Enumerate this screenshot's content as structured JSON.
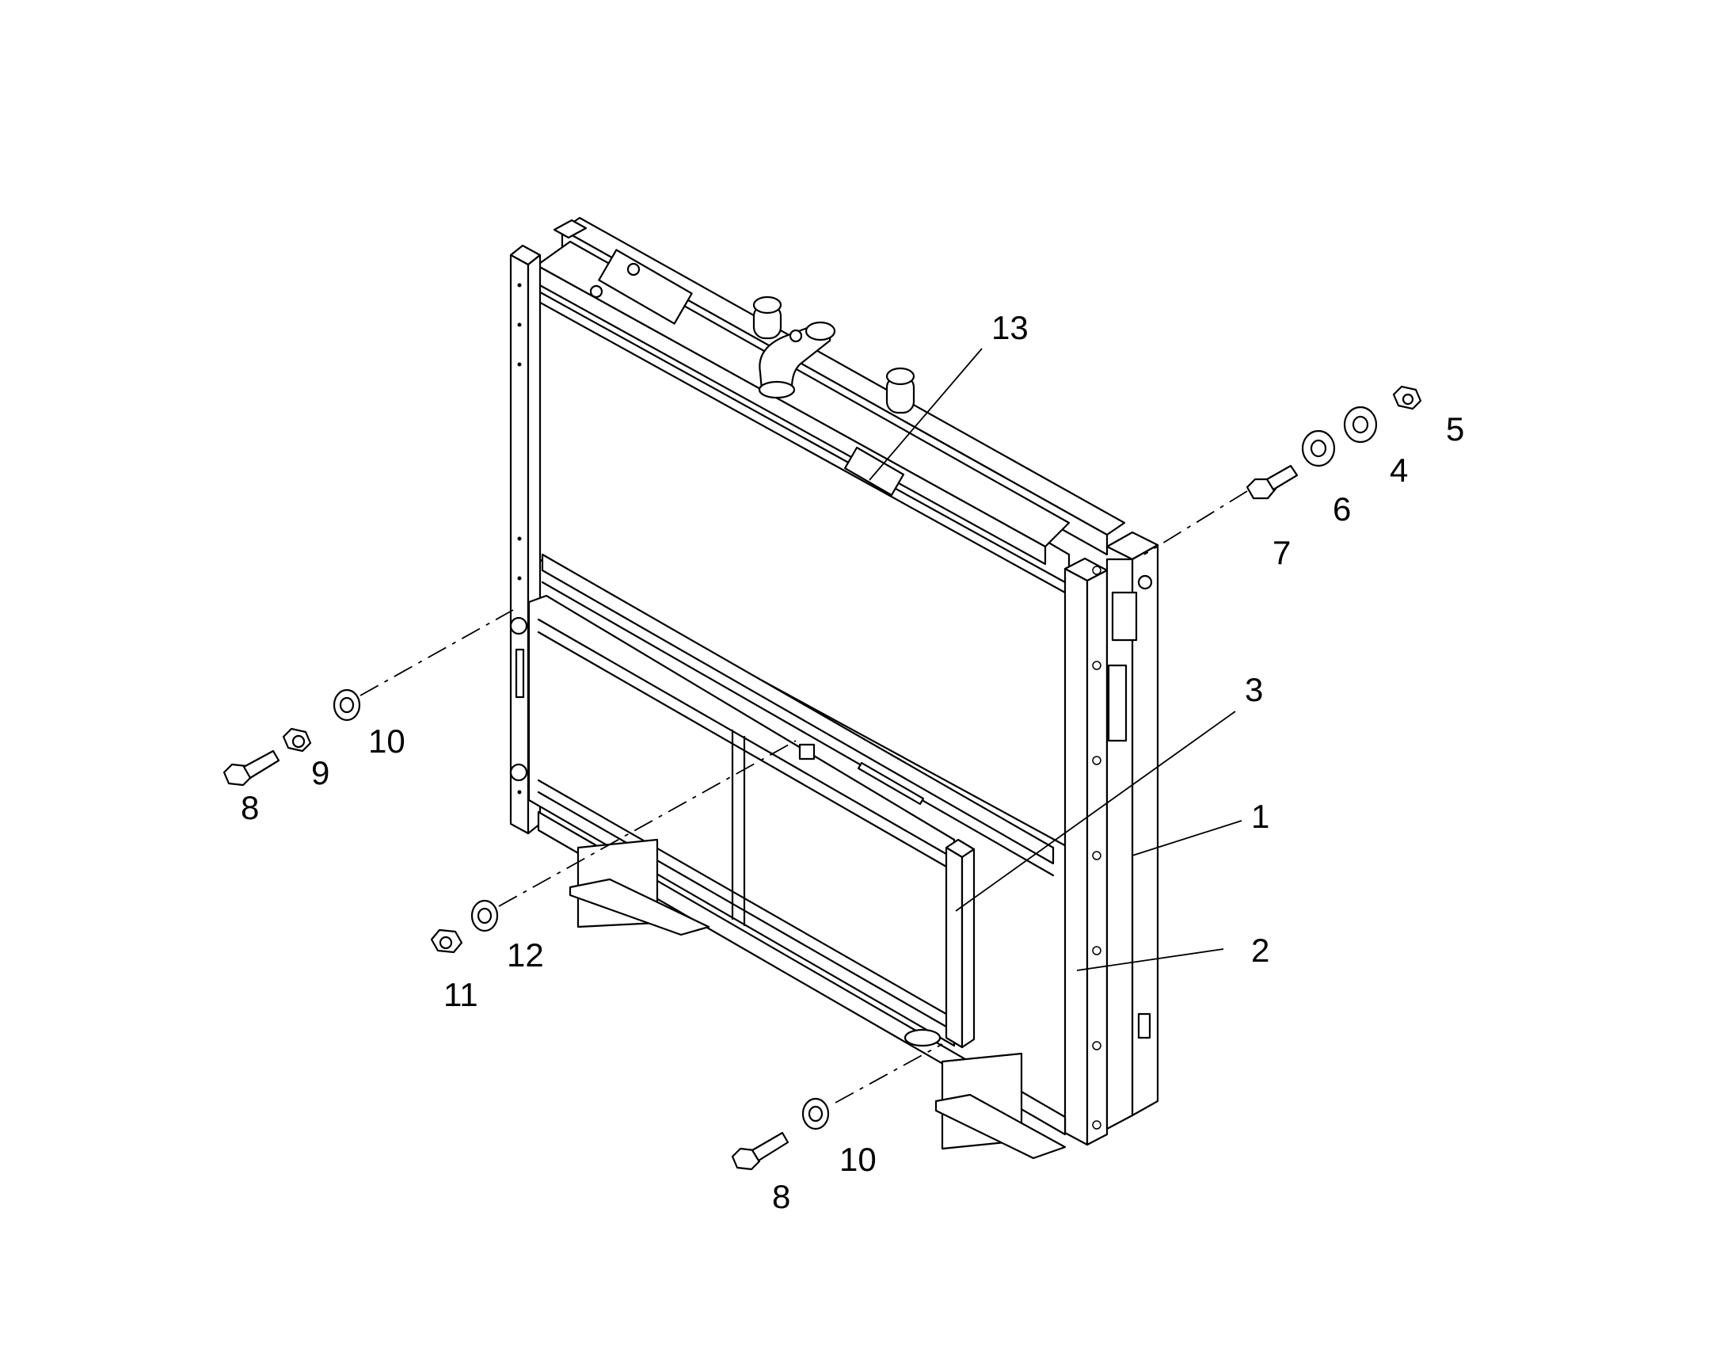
{
  "callouts": [
    {
      "id": "c13",
      "label": "13"
    },
    {
      "id": "c5",
      "label": "5"
    },
    {
      "id": "c4",
      "label": "4"
    },
    {
      "id": "c6",
      "label": "6"
    },
    {
      "id": "c7",
      "label": "7"
    },
    {
      "id": "c3",
      "label": "3"
    },
    {
      "id": "c1",
      "label": "1"
    },
    {
      "id": "c2",
      "label": "2"
    },
    {
      "id": "c10a",
      "label": "10"
    },
    {
      "id": "c9",
      "label": "9"
    },
    {
      "id": "c8a",
      "label": "8"
    },
    {
      "id": "c12",
      "label": "12"
    },
    {
      "id": "c11",
      "label": "11"
    },
    {
      "id": "c10b",
      "label": "10"
    },
    {
      "id": "c8b",
      "label": "8"
    }
  ]
}
